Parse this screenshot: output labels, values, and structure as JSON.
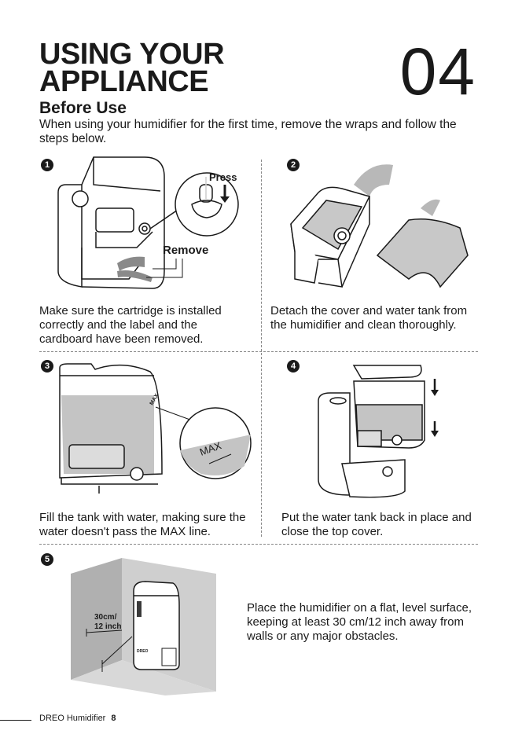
{
  "header": {
    "title_line1": "USING YOUR",
    "title_line2": "APPLIANCE",
    "chapter_number": "04"
  },
  "section": {
    "title": "Before Use",
    "intro": "When using your humidifier for the first time, remove the wraps and follow the steps below."
  },
  "steps": [
    {
      "badge": "1",
      "caption": "Make sure the cartridge is installed correctly and the label and the cardboard have been removed.",
      "labels": [
        "Press",
        "Remove"
      ]
    },
    {
      "badge": "2",
      "caption": "Detach the cover and water tank from the humidifier and clean thoroughly."
    },
    {
      "badge": "3",
      "caption": "Fill the tank with water, making sure the water doesn't pass the MAX line.",
      "labels": [
        "MAX",
        "MAX"
      ]
    },
    {
      "badge": "4",
      "caption": "Put the water tank back in place and close the top cover."
    },
    {
      "badge": "5",
      "caption": "Place the humidifier on a flat, level surface, keeping at least 30 cm/12 inch away from walls or any major obstacles.",
      "labels": [
        "30cm/",
        "12 inch",
        "DREO"
      ]
    }
  ],
  "footer": {
    "brand": "DREO Humidifier",
    "page_number": "8"
  },
  "icons": [
    "arrow-down-icon",
    "arrow-down-icon"
  ],
  "colors": {
    "ink": "#1a1a1a",
    "water": "#c8c8c8",
    "wall": "#b0b0b0"
  }
}
